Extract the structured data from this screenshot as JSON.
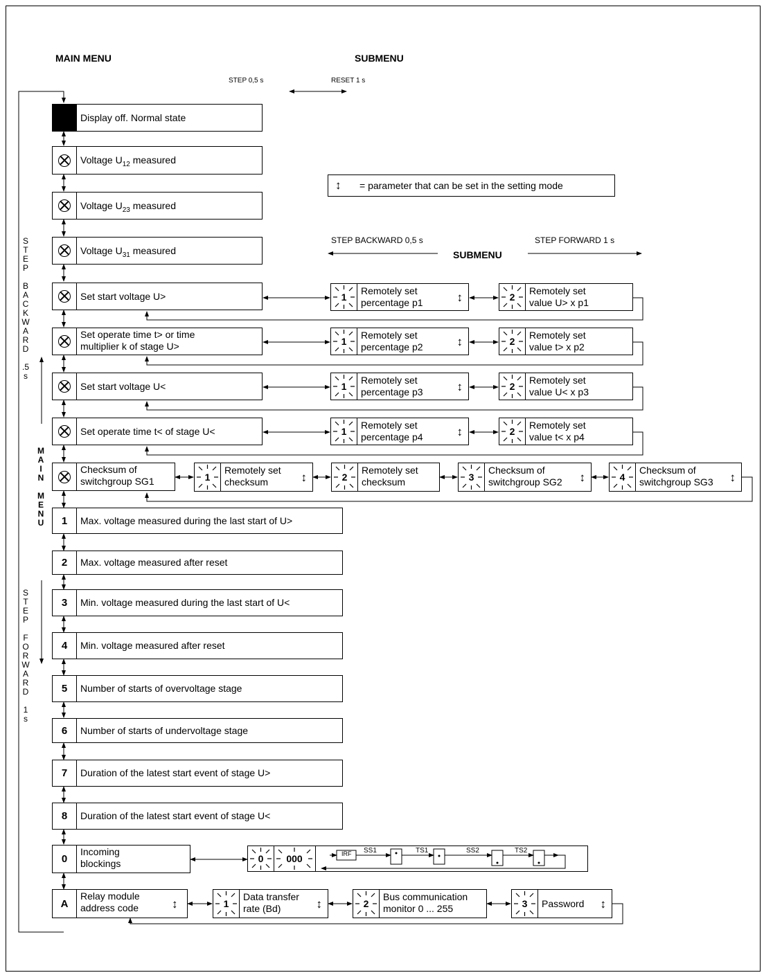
{
  "headings": {
    "main_menu": "MAIN MENU",
    "submenu_top": "SUBMENU",
    "step_top": "STEP 0,5 s",
    "reset_top": "RESET  1 s",
    "step_backward": "STEP BACKWARD  0,5 s",
    "submenu_mid": "SUBMENU",
    "step_forward": "STEP FORWARD 1 s"
  },
  "legend": {
    "symbol": "↕",
    "text": "= parameter that can be set in the setting mode"
  },
  "side": {
    "step_backward": "S\nT\nE\nP\n\nB\nA\nC\nK\nW\nA\nR\nD\n\n.5\ns",
    "main_menu": "M\nA\nI\nN\n\nM\nE\nN\nU",
    "step_forward": "S\nT\nE\nP\n\nF\nO\nR\nW\nA\nR\nD\n\n1\ns"
  },
  "main": [
    {
      "code": "",
      "label": "Display off. Normal state"
    },
    {
      "code": "x",
      "label": "Voltage U12 measured"
    },
    {
      "code": "x",
      "label": "Voltage U23 measured"
    },
    {
      "code": "x",
      "label": "Voltage U31 measured"
    },
    {
      "code": "x",
      "label": "Set start voltage U>"
    },
    {
      "code": "x",
      "label": "Set operate time t> or time",
      "label2": "multiplier k of stage U>"
    },
    {
      "code": "x",
      "label": "Set start voltage U<"
    },
    {
      "code": "x",
      "label": "Set operate time t< of stage U<"
    },
    {
      "code": "x",
      "label": "Checksum of",
      "label2": "switchgroup SG1"
    },
    {
      "code": "1",
      "label": "Max. voltage measured during the last start of U>"
    },
    {
      "code": "2",
      "label": "Max. voltage measured after reset"
    },
    {
      "code": "3",
      "label": "Min. voltage measured during the last start of U<"
    },
    {
      "code": "4",
      "label": "Min. voltage measured after reset"
    },
    {
      "code": "5",
      "label": "Number of starts of overvoltage stage"
    },
    {
      "code": "6",
      "label": "Number of starts of undervoltage stage"
    },
    {
      "code": "7",
      "label": "Duration of the latest start event of stage U>"
    },
    {
      "code": "8",
      "label": "Duration of the latest start event of stage U<"
    },
    {
      "code": "0",
      "label": "Incoming",
      "label2": "blockings"
    },
    {
      "code": "A",
      "label": "Relay module",
      "label2": "address code"
    }
  ],
  "submenus": {
    "u_gt": [
      {
        "n": "1",
        "l1": "Remotely set",
        "l2": "percentage p1"
      },
      {
        "n": "2",
        "l1": "Remotely set",
        "l2": "value U> x p1"
      }
    ],
    "t_gt": [
      {
        "n": "1",
        "l1": "Remotely set",
        "l2": "percentage p2"
      },
      {
        "n": "2",
        "l1": "Remotely set",
        "l2": "value t> x p2"
      }
    ],
    "u_lt": [
      {
        "n": "1",
        "l1": "Remotely set",
        "l2": "percentage p3"
      },
      {
        "n": "2",
        "l1": "Remotely set",
        "l2": "value U< x p3"
      }
    ],
    "t_lt": [
      {
        "n": "1",
        "l1": "Remotely set",
        "l2": "percentage p4"
      },
      {
        "n": "2",
        "l1": "Remotely set",
        "l2": "value t< x p4"
      }
    ],
    "checksum": [
      {
        "n": "1",
        "l1": "Remotely set",
        "l2": "checksum"
      },
      {
        "n": "2",
        "l1": "Remotely set",
        "l2": "checksum"
      },
      {
        "n": "3",
        "l1": "Checksum of",
        "l2": "switchgroup SG2"
      },
      {
        "n": "4",
        "l1": "Checksum of",
        "l2": "switchgroup SG3"
      }
    ],
    "address": [
      {
        "n": "1",
        "l1": "Data transfer",
        "l2": "rate (Bd)"
      },
      {
        "n": "2",
        "l1": "Bus communication",
        "l2": "monitor 0 ... 255"
      },
      {
        "n": "3",
        "l1": "Password",
        "l2": ""
      }
    ]
  },
  "blockings": {
    "d0": "0",
    "d1": "000",
    "irf": "IRF",
    "ss1": "SS1",
    "ts1": "TS1",
    "ss2": "SS2",
    "ts2": "TS2"
  }
}
